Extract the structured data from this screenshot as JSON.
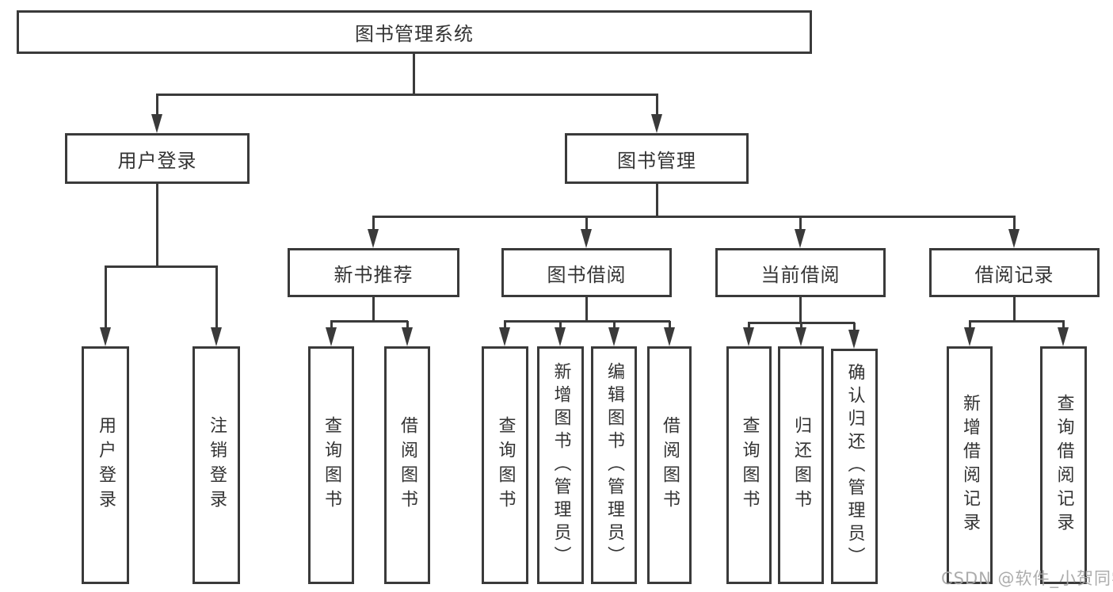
{
  "diagram": {
    "title_note": "library management system function structure chart",
    "root": {
      "label": "图书管理系统"
    },
    "level2": [
      {
        "label": "用户登录"
      },
      {
        "label": "图书管理"
      }
    ],
    "level3": [
      {
        "label": "新书推荐"
      },
      {
        "label": "图书借阅"
      },
      {
        "label": "当前借阅"
      },
      {
        "label": "借阅记录"
      }
    ],
    "leaves": {
      "user_login": [
        "用户登录",
        "注销登录"
      ],
      "new_books": [
        "查询图书",
        "借阅图书"
      ],
      "book_borrow": [
        "查询图书",
        "新增图书（管理员）",
        "编辑图书（管理员）",
        "借阅图书"
      ],
      "current_borrow": [
        "查询图书",
        "归还图书",
        "确认归还（管理员）"
      ],
      "borrow_records": [
        "新增借阅记录",
        "查询借阅记录"
      ]
    },
    "watermark": "CSDN @软件_小贺同学",
    "colors": {
      "line": "#3a3a3a",
      "text": "#333333",
      "background": "#ffffff",
      "watermark": "#a5a5a5"
    }
  }
}
